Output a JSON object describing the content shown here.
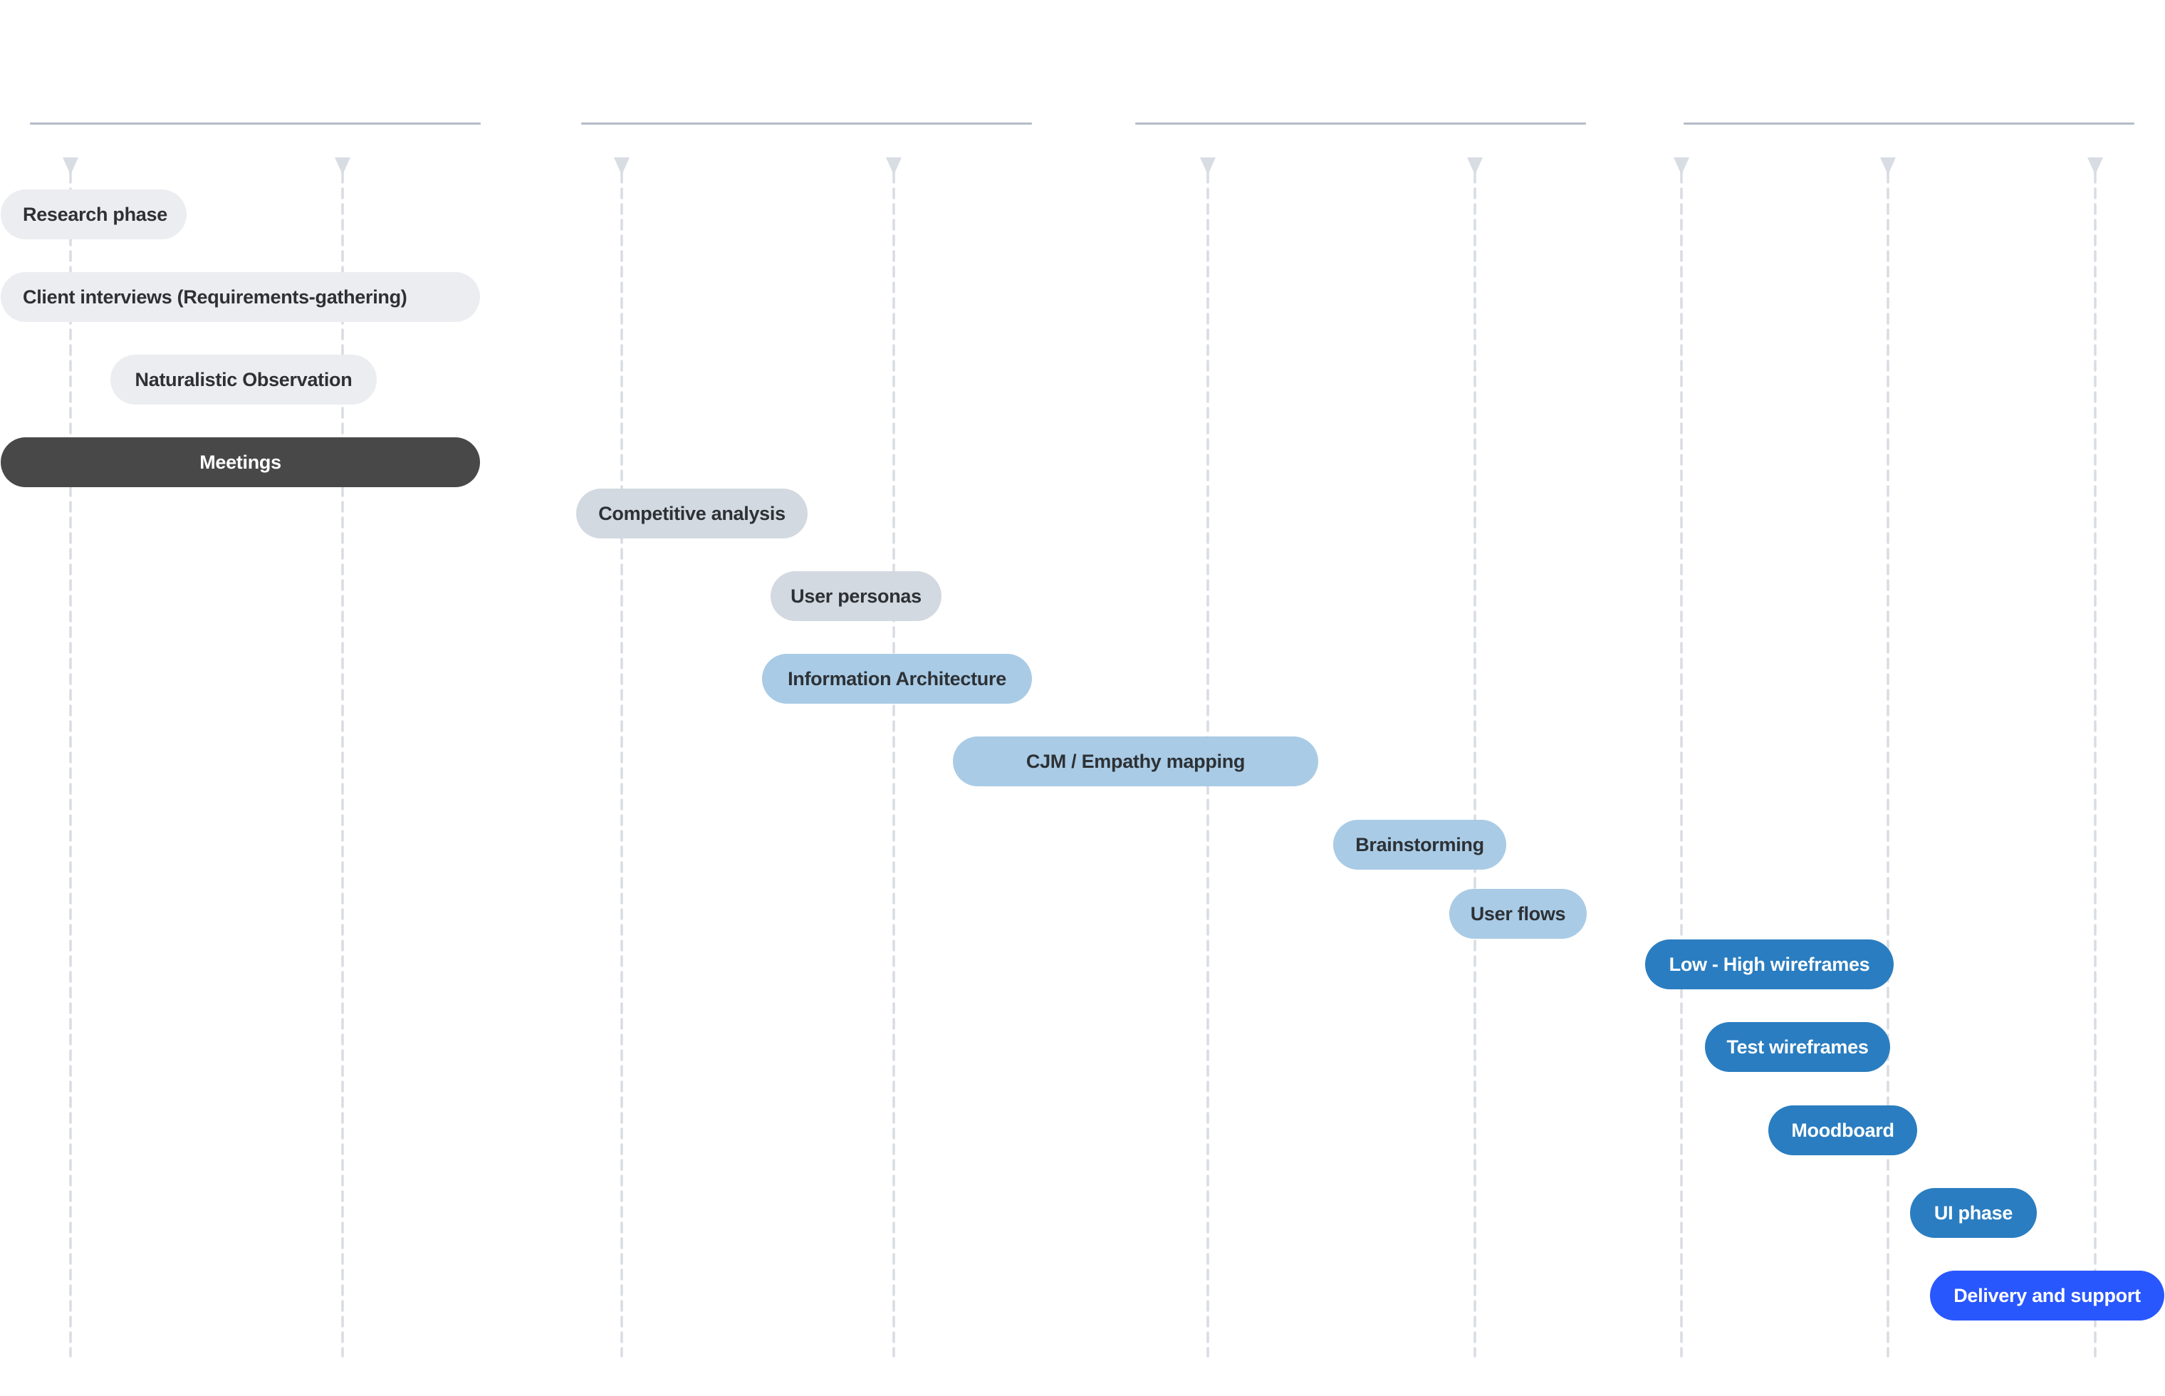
{
  "diagram": {
    "type": "timeline-roadmap",
    "phase_groups": 4,
    "milestone_markers": 9,
    "colors": {
      "phase_line": "#b4bcc9",
      "marker": "#d8dce3",
      "research_fill": "#ecedf0",
      "meetings_fill": "#484848",
      "analysis_fill": "#d3d9e1",
      "definition_fill": "#a9cbe6",
      "design_fill": "#2a7dc0",
      "delivery_fill": "#2957fe",
      "dark_text": "#2d3135",
      "light_text": "#ffffff"
    },
    "tasks": [
      {
        "id": "research-phase",
        "label": "Research phase",
        "style": "research"
      },
      {
        "id": "client-interviews",
        "label": "Client interviews (Requirements-gathering)",
        "style": "research"
      },
      {
        "id": "naturalistic-observation",
        "label": "Naturalistic Observation",
        "style": "research"
      },
      {
        "id": "meetings",
        "label": "Meetings",
        "style": "meetings"
      },
      {
        "id": "competitive-analysis",
        "label": "Competitive analysis",
        "style": "analysis"
      },
      {
        "id": "user-personas",
        "label": "User personas",
        "style": "analysis"
      },
      {
        "id": "information-architecture",
        "label": "Information Architecture",
        "style": "definition"
      },
      {
        "id": "cjm-empathy-mapping",
        "label": "CJM / Empathy mapping",
        "style": "definition"
      },
      {
        "id": "brainstorming",
        "label": "Brainstorming",
        "style": "definition"
      },
      {
        "id": "user-flows",
        "label": "User flows",
        "style": "definition"
      },
      {
        "id": "low-high-wireframes",
        "label": "Low - High wireframes",
        "style": "design"
      },
      {
        "id": "test-wireframes",
        "label": "Test wireframes",
        "style": "design"
      },
      {
        "id": "moodboard",
        "label": "Moodboard",
        "style": "design"
      },
      {
        "id": "ui-phase",
        "label": "UI phase",
        "style": "design"
      },
      {
        "id": "delivery-and-support",
        "label": "Delivery and support",
        "style": "delivery"
      }
    ]
  }
}
